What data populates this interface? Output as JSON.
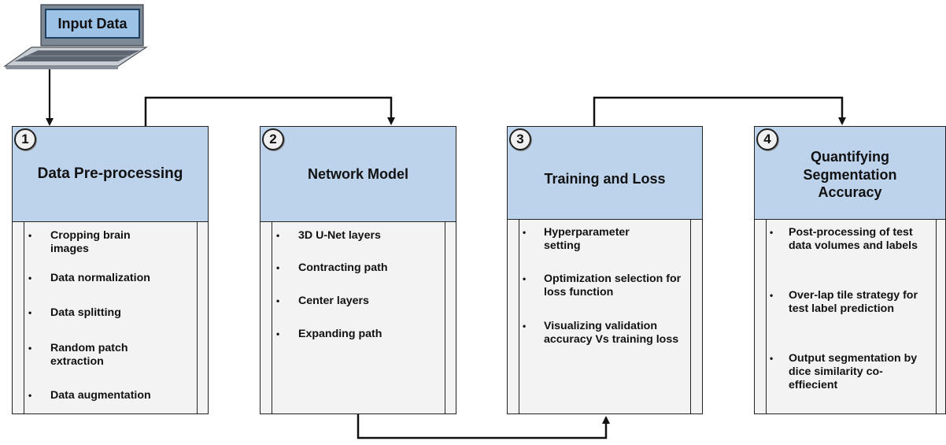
{
  "input": {
    "label": "Input Data"
  },
  "stages": [
    {
      "number": "1",
      "title": "Data Pre-processing",
      "bullets": [
        "Cropping brain images",
        "Data normalization",
        "Data splitting",
        "Random patch extraction",
        "Data augmentation"
      ]
    },
    {
      "number": "2",
      "title": "Network Model",
      "bullets": [
        "3D U-Net layers",
        "Contracting path",
        "Center layers",
        "Expanding path"
      ]
    },
    {
      "number": "3",
      "title": "Training and Loss",
      "bullets": [
        "Hyperparameter setting",
        "Optimization selection for loss function",
        "Visualizing validation accuracy Vs training loss"
      ]
    },
    {
      "number": "4",
      "title": "Quantifying Segmentation Accuracy",
      "bullets": [
        "Post-processing of test data volumes and labels",
        "Over-lap tile strategy for test label prediction",
        "Output segmentation by dice similarity co-effiecient"
      ]
    }
  ],
  "bullet_symbol": "•",
  "colors": {
    "header": "#bdd3ec",
    "body": "#f3f3f3",
    "line": "#111111",
    "input": "#9cc2e6"
  }
}
